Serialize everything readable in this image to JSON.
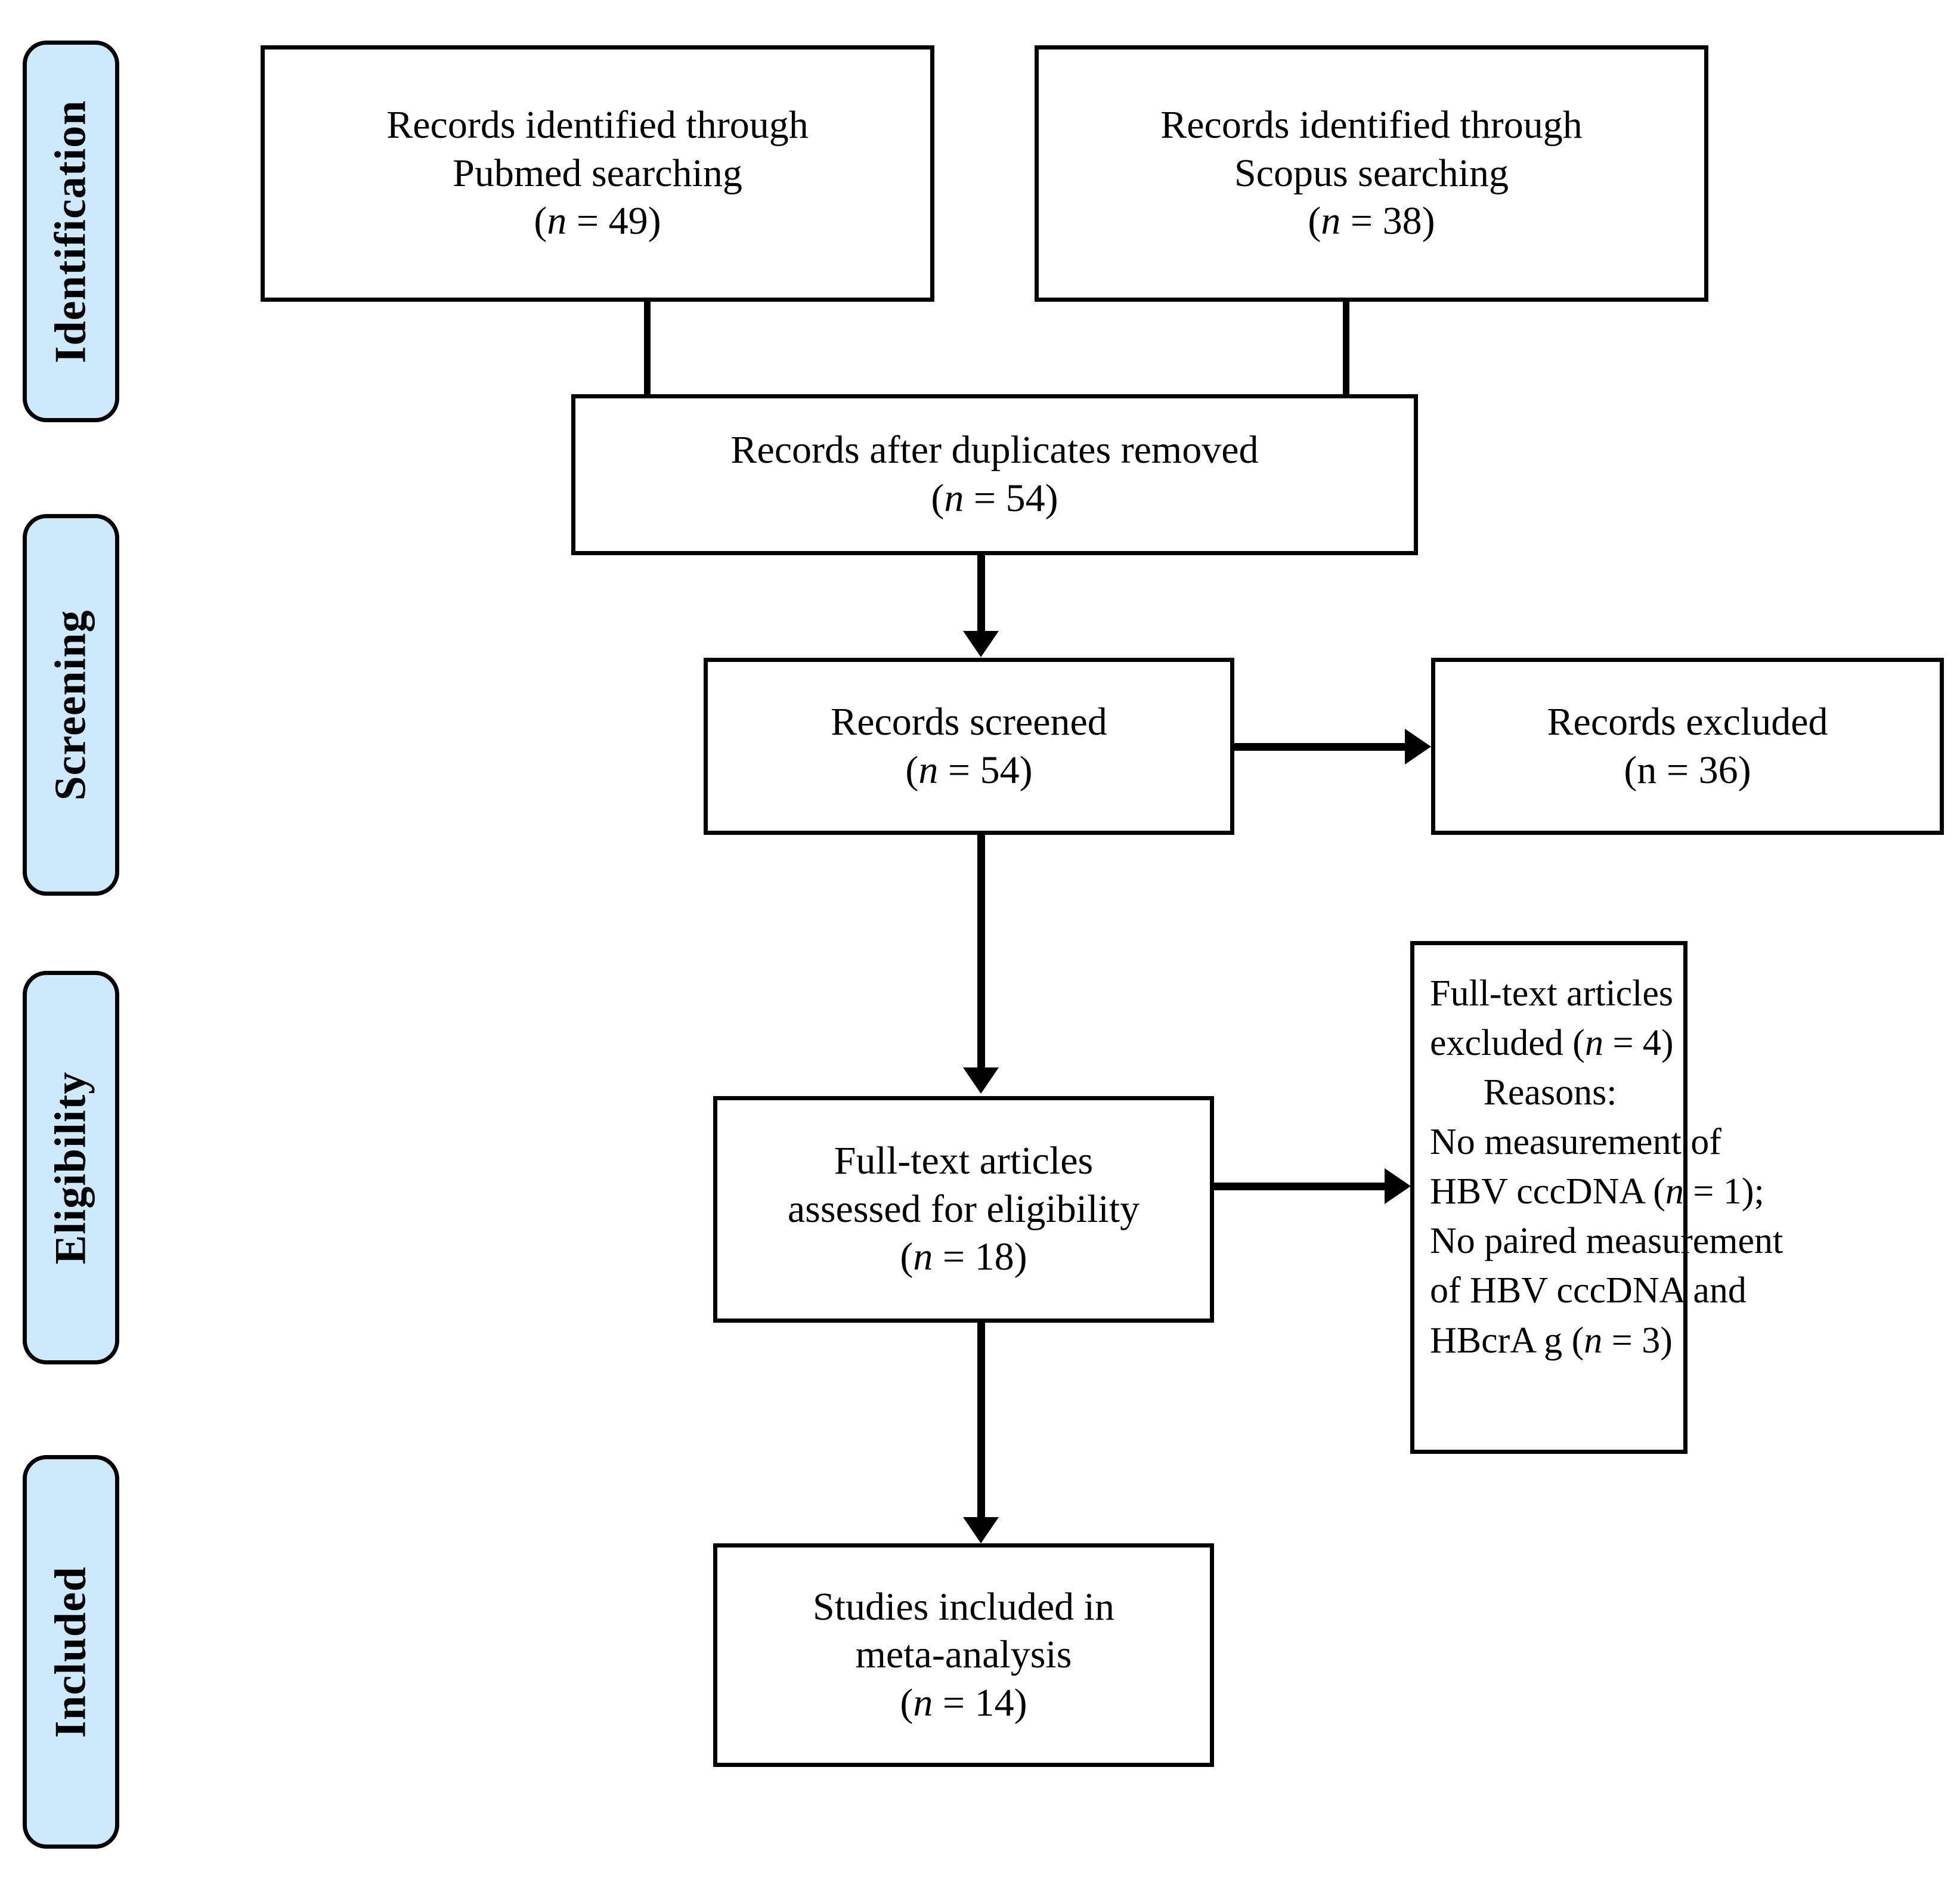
{
  "diagram": {
    "title": "PRISMA flow diagram",
    "colors": {
      "stage_bar_fill": "#cceafb",
      "stroke": "#000000",
      "box_fill": "#ffffff"
    }
  },
  "stages": [
    {
      "id": "identification",
      "label": "Identification"
    },
    {
      "id": "screening",
      "label": "Screening"
    },
    {
      "id": "eligibility",
      "label": "Eligibility"
    },
    {
      "id": "included",
      "label": "Included"
    }
  ],
  "boxes": {
    "pubmed": {
      "line1": "Records identified through",
      "line2": "Pubmed searching",
      "count_prefix": "(",
      "count_symbol": "n",
      "count_value": " = 49)"
    },
    "scopus": {
      "line1": "Records identified through",
      "line2": "Scopus searching",
      "count_prefix": "(",
      "count_symbol": "n",
      "count_value": " = 38)"
    },
    "duplicates": {
      "line1": "Records after duplicates removed",
      "count_prefix": "(",
      "count_symbol": "n",
      "count_value": " = 54)"
    },
    "screened": {
      "line1": "Records screened",
      "count_prefix": "(",
      "count_symbol": "n",
      "count_value": " = 54)"
    },
    "records_excluded": {
      "line1": "Records excluded",
      "count_text": "(n = 36)"
    },
    "fulltext_assessed": {
      "line1": "Full-text articles",
      "line2": "assessed for eligibility",
      "count_prefix": "(",
      "count_symbol": "n",
      "count_value": " = 18)"
    },
    "fulltext_excluded": {
      "line1": "Full-text articles",
      "line2_a": "excluded (",
      "line2_symbol": "n",
      "line2_b": " = 4)",
      "line3": "Reasons:",
      "reason1_a": "No measurement of",
      "reason1_b": "HBV cccDNA (",
      "reason1_symbol": "n",
      "reason1_c": " = 1);",
      "reason2_a": "No paired measurement",
      "reason2_b": "of HBV cccDNA and",
      "reason2_c": "HBcrA g (",
      "reason2_symbol": "n",
      "reason2_d": " = 3)"
    },
    "included_studies": {
      "line1": "Studies included in",
      "line2": "meta-analysis",
      "count_prefix": "(",
      "count_symbol": "n",
      "count_value": " = 14)"
    }
  }
}
